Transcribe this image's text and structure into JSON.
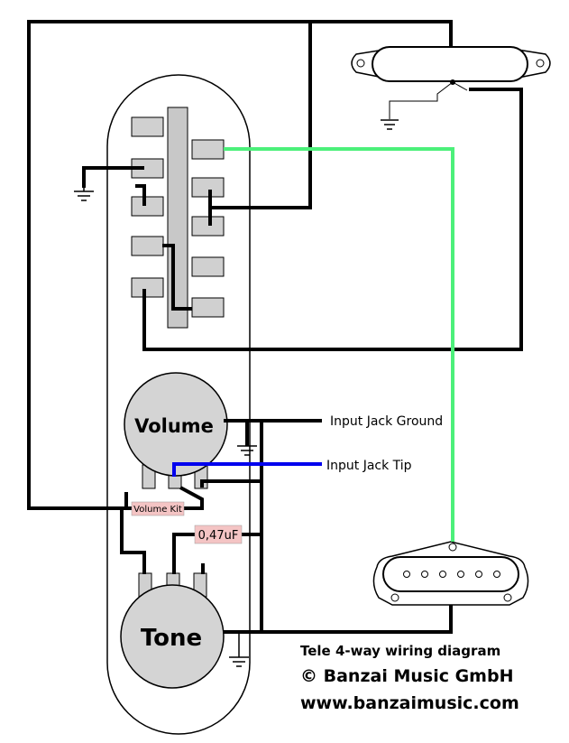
{
  "labels": {
    "volume": "Volume",
    "tone": "Tone",
    "volume_kit": "Volume Kit",
    "capacitor": "0,47uF",
    "input_jack_ground": "Input Jack Ground",
    "input_jack_tip": "Input Jack Tip"
  },
  "credits": {
    "title": "Tele 4-way wiring diagram",
    "copyright": "© Banzai Music GmbH",
    "url": "www.banzaimusic.com"
  },
  "colors": {
    "wire_black": "#000000",
    "wire_green": "#4cf07a",
    "wire_blue": "#0000ee",
    "pot_fill": "#d4d4d4",
    "label_fill": "#f4c4c4",
    "lug_fill": "#d0d0d0"
  }
}
